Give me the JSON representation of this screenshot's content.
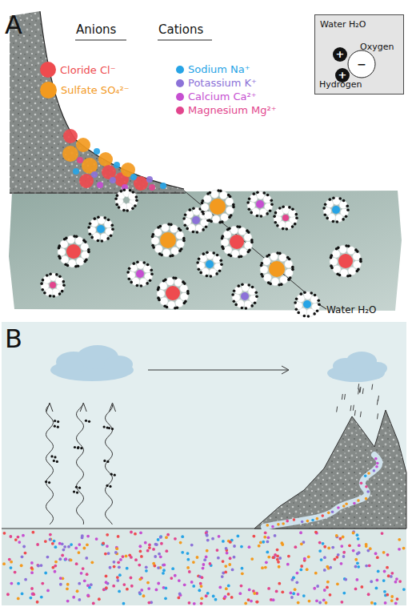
{
  "diagram": {
    "nodes": [
      {
        "text": [
          "Water H₂O",
          "Oxygen",
          "Hydrogen"
        ]
      }
    ],
    "labels": [
      "A",
      "Anions",
      "Cations",
      "+",
      "+",
      "−",
      "Water H₂O",
      "B"
    ],
    "legend": [
      {
        "text": "Cloride Cl⁻",
        "color": "#ee4b4f"
      },
      {
        "text": "Sulfate SO₄²⁻",
        "color": "#f39a1f"
      },
      {
        "text": "Sodium Na⁺",
        "color": "#27a4e6"
      },
      {
        "text": "Potassium K⁺",
        "color": "#8c72d8"
      },
      {
        "text": "Calcium Ca²⁺",
        "color": "#c64fd1"
      },
      {
        "text": "Magnesium Mg²⁺",
        "color": "#e2458d"
      }
    ]
  }
}
